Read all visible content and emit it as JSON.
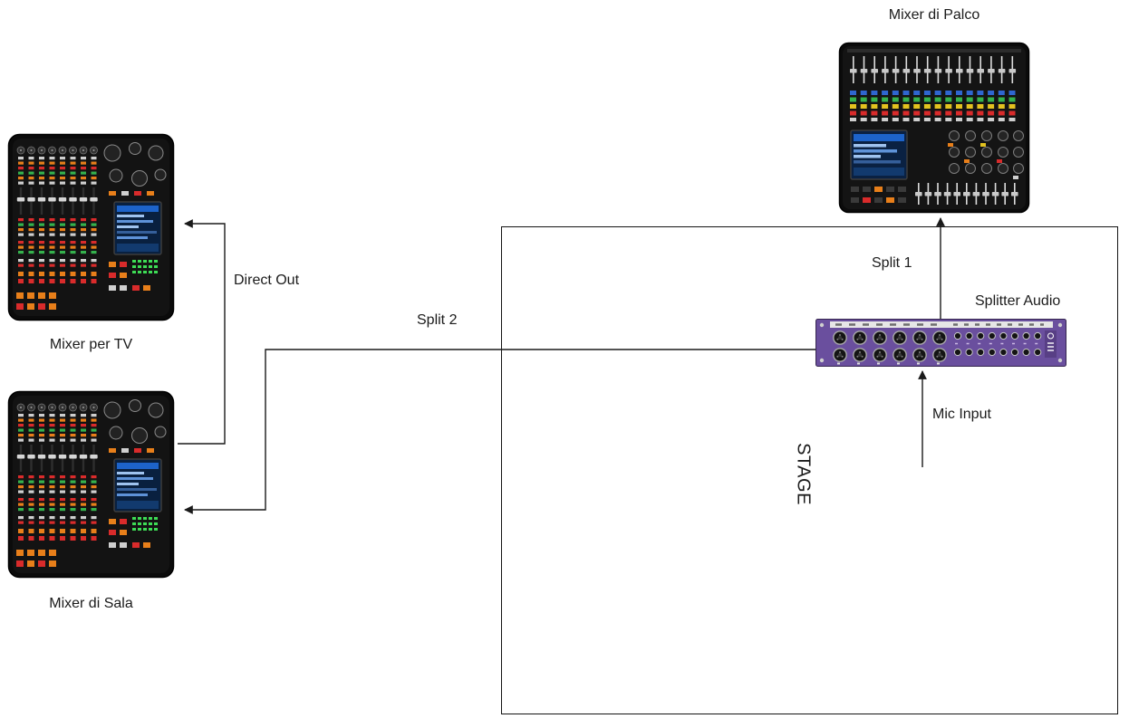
{
  "labels": {
    "mixer_di_palco": "Mixer di Palco",
    "splitter_audio": "Splitter Audio",
    "split_1": "Split 1",
    "split_2": "Split 2",
    "direct_out": "Direct Out",
    "mic_input": "Mic Input",
    "stage": "STAGE",
    "mixer_per_tv": "Mixer per TV",
    "mixer_di_sala": "Mixer di Sala"
  },
  "nodes": [
    {
      "id": "mixer-di-palco",
      "label": "Mixer di Palco",
      "type": "digital-mixer",
      "location": "outside stage, top right"
    },
    {
      "id": "splitter-audio",
      "label": "Splitter Audio",
      "type": "audio-splitter-rack",
      "location": "inside stage area"
    },
    {
      "id": "mixer-per-tv",
      "label": "Mixer per TV",
      "type": "digital-mixer",
      "location": "left column, top"
    },
    {
      "id": "mixer-di-sala",
      "label": "Mixer di Sala",
      "type": "digital-mixer",
      "location": "left column, bottom"
    },
    {
      "id": "stage",
      "label": "STAGE",
      "type": "area-rectangle"
    }
  ],
  "connections": [
    {
      "from": "mic-source-on-stage",
      "to": "splitter-audio",
      "label": "Mic Input",
      "arrowhead_at": "splitter-audio"
    },
    {
      "from": "splitter-audio",
      "to": "mixer-di-palco",
      "label": "Split 1",
      "arrowhead_at": "mixer-di-palco"
    },
    {
      "from": "splitter-audio",
      "to": "mixer-di-sala",
      "label": "Split 2",
      "arrowhead_at": "mixer-di-sala"
    },
    {
      "from": "mixer-di-sala",
      "to": "mixer-per-tv",
      "label": "Direct Out",
      "arrowhead_at": "mixer-per-tv"
    }
  ],
  "colors": {
    "background": "#ffffff",
    "line": "#1a1a1a",
    "text": "#1b1b1b",
    "mixer_body": "#0b0b0b",
    "splitter_body": "#6a4f9e",
    "screen_blue": "#1d63c9",
    "led_orange": "#e87f1a",
    "led_red": "#d92b2b",
    "led_green": "#35b24d",
    "button_blue": "#2f66d0",
    "button_yellow": "#e3c21f"
  }
}
